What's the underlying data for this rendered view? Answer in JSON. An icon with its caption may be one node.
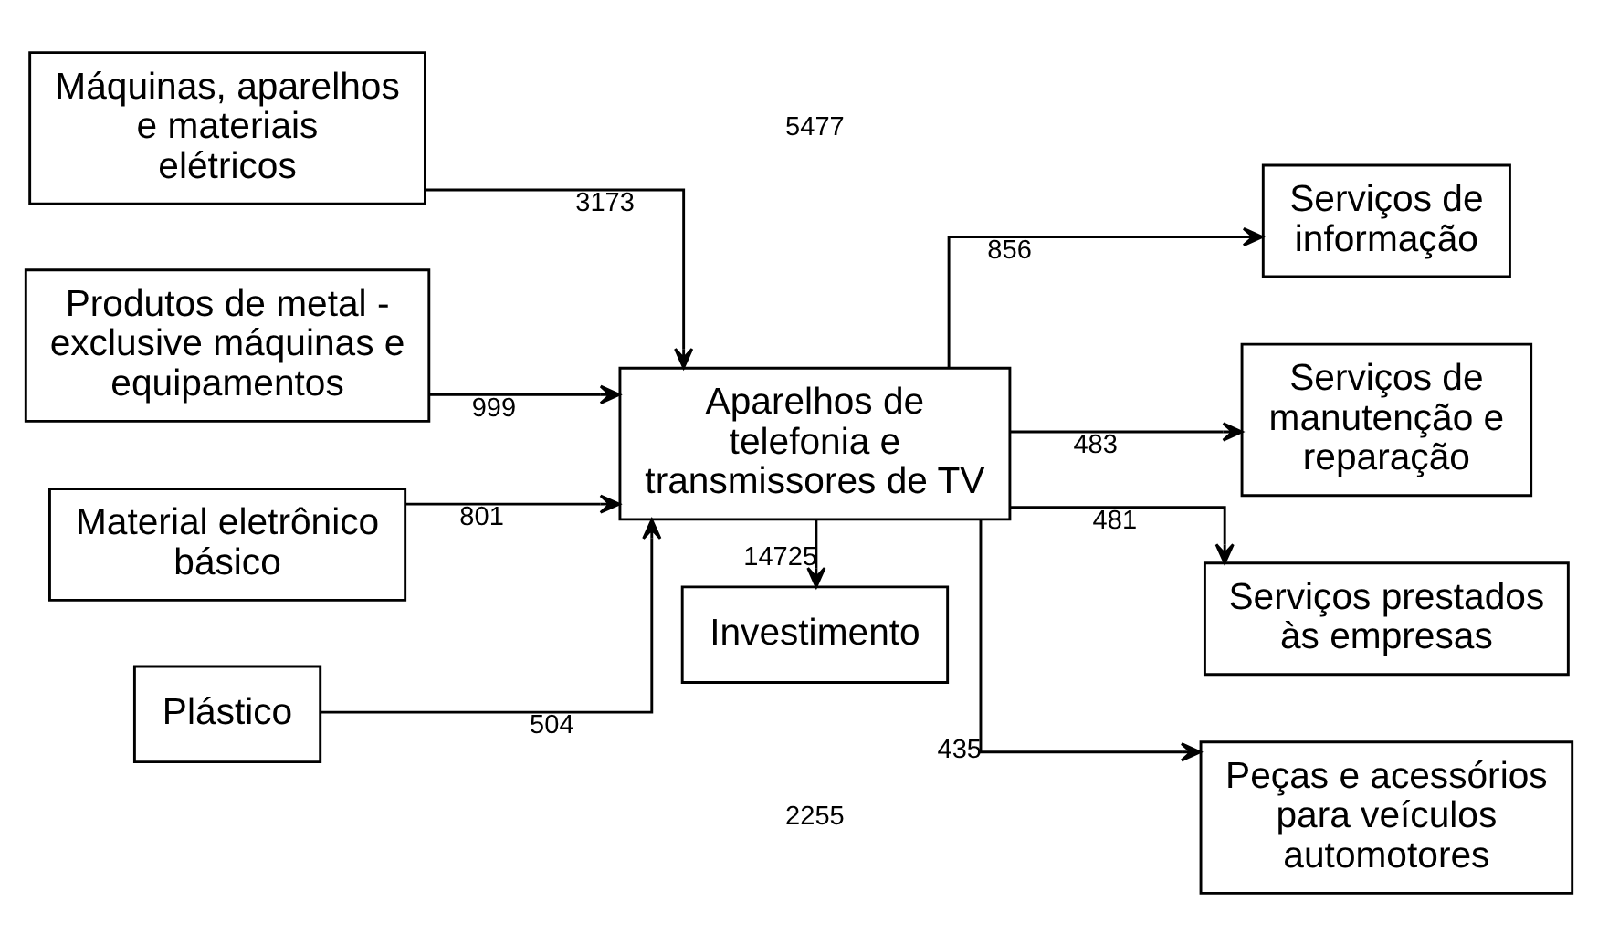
{
  "diagram": {
    "nodes": [
      {
        "text": [
          "Máquinas, aparelhos e materiais elétricos"
        ]
      },
      {
        "text": [
          "Produtos de metal - exclusive máquinas e equipamentos"
        ]
      },
      {
        "text": [
          "Material eletrônico básico"
        ]
      },
      {
        "text": [
          "Plástico"
        ]
      },
      {
        "text": [
          "Aparelhos de telefonia e transmissores de TV"
        ]
      },
      {
        "text": [
          "Investimento"
        ]
      },
      {
        "text": [
          "Serviços de informação"
        ]
      },
      {
        "text": [
          "Serviços de manutenção e reparação"
        ]
      },
      {
        "text": [
          "Serviços prestados às empresas"
        ]
      },
      {
        "text": [
          "Peças e acessórios para veículos automotores"
        ]
      }
    ],
    "edges": [
      {
        "from": 0,
        "to": 4,
        "arrow": "to",
        "label": "3173"
      },
      {
        "from": 1,
        "to": 4,
        "arrow": "to",
        "label": "999"
      },
      {
        "from": 2,
        "to": 4,
        "arrow": "to",
        "label": "801"
      },
      {
        "from": 3,
        "to": 4,
        "arrow": "to",
        "label": "504"
      },
      {
        "from": 4,
        "to": 5,
        "arrow": "to",
        "label": "14725"
      },
      {
        "from": 4,
        "to": 6,
        "arrow": "to",
        "label": "856"
      },
      {
        "from": 4,
        "to": 7,
        "arrow": "to",
        "label": "483"
      },
      {
        "from": 4,
        "to": 8,
        "arrow": "to",
        "label": "481"
      },
      {
        "from": 4,
        "to": 9,
        "arrow": "to",
        "label": "435"
      }
    ],
    "labels": [
      "5477",
      "2255"
    ]
  }
}
